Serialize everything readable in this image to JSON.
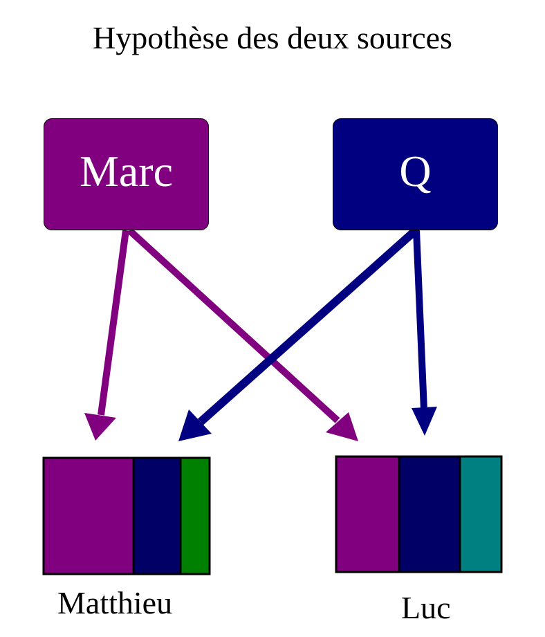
{
  "title": "Hypothèse des deux sources",
  "sources": {
    "marc": {
      "label": "Marc",
      "color": "#800080"
    },
    "q": {
      "label": "Q",
      "color": "#000080"
    }
  },
  "gospels": {
    "matthieu": {
      "label": "Matthieu",
      "segments": [
        {
          "name": "marc-material",
          "color": "#800080"
        },
        {
          "name": "q-material",
          "color": "#000066"
        },
        {
          "name": "special-material",
          "color": "#008000"
        }
      ]
    },
    "luc": {
      "label": "Luc",
      "segments": [
        {
          "name": "marc-material",
          "color": "#800080"
        },
        {
          "name": "q-material",
          "color": "#000066"
        },
        {
          "name": "special-material",
          "color": "#008080"
        }
      ]
    }
  },
  "arrows": [
    {
      "from": "Marc",
      "to": "Matthieu"
    },
    {
      "from": "Marc",
      "to": "Luc"
    },
    {
      "from": "Q",
      "to": "Matthieu"
    },
    {
      "from": "Q",
      "to": "Luc"
    }
  ]
}
